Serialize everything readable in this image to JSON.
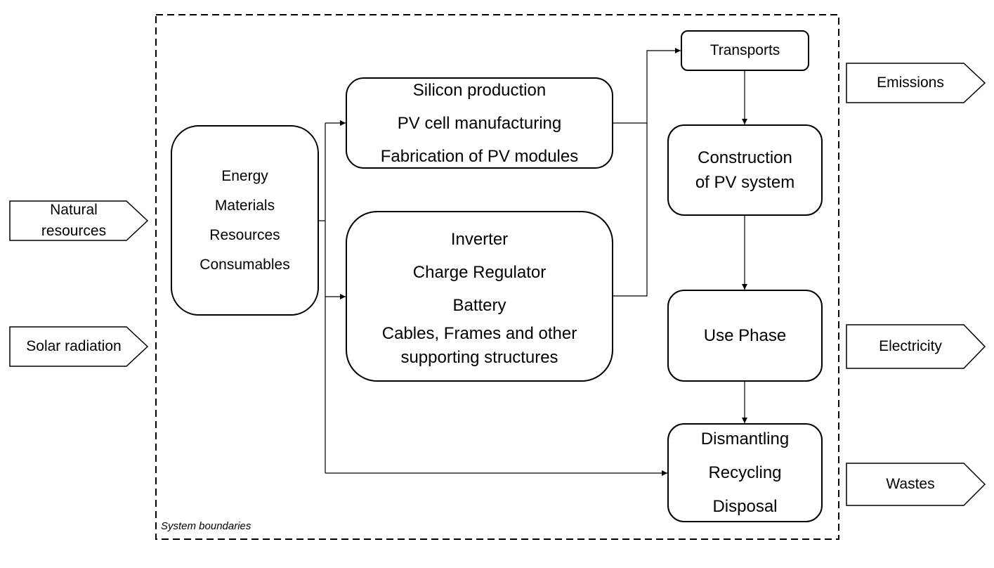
{
  "boundary": {
    "label": "System boundaries"
  },
  "inputs": {
    "natural_resources": [
      "Natural",
      "resources"
    ],
    "solar_radiation": "Solar radiation"
  },
  "input_block": [
    "Energy",
    "Materials",
    "Resources",
    "Consumables"
  ],
  "process_modules": [
    "Silicon production",
    "PV cell manufacturing",
    "Fabrication of PV modules"
  ],
  "process_bos": [
    "Inverter",
    "Charge Regulator",
    "Battery",
    "Cables, Frames and other",
    "supporting structures"
  ],
  "transports": "Transports",
  "construction": [
    "Construction",
    "of PV system"
  ],
  "use_phase": "Use Phase",
  "end_of_life": [
    "Dismantling",
    "Recycling",
    "Disposal"
  ],
  "outputs": {
    "emissions": "Emissions",
    "electricity": "Electricity",
    "wastes": "Wastes"
  },
  "colors": {
    "line": "#000000",
    "background": "#ffffff"
  }
}
